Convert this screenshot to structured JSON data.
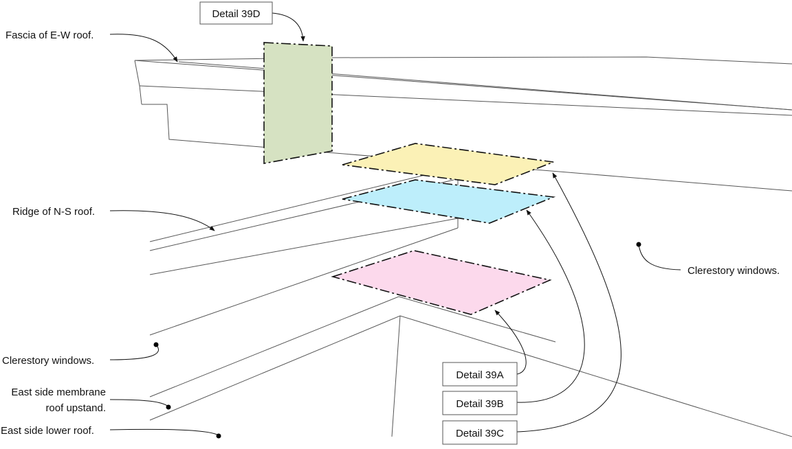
{
  "diagram": {
    "labels": {
      "fascia": "Fascia of E-W roof.",
      "ridge": "Ridge of N-S roof.",
      "clerestory_right": "Clerestory windows.",
      "clerestory_left": "Clerestory windows.",
      "membrane_line1": "East side membrane",
      "membrane_line2": "roof upstand.",
      "lower_roof": "East side lower roof."
    },
    "details": {
      "d39d": "Detail 39D",
      "d39a": "Detail 39A",
      "d39b": "Detail 39B",
      "d39c": "Detail 39C"
    },
    "colors": {
      "panel_39d": "#d6e2c2",
      "panel_39a": "#fbf1b6",
      "panel_39b": "#bdeefb",
      "panel_39c": "#fcd9ec"
    }
  }
}
